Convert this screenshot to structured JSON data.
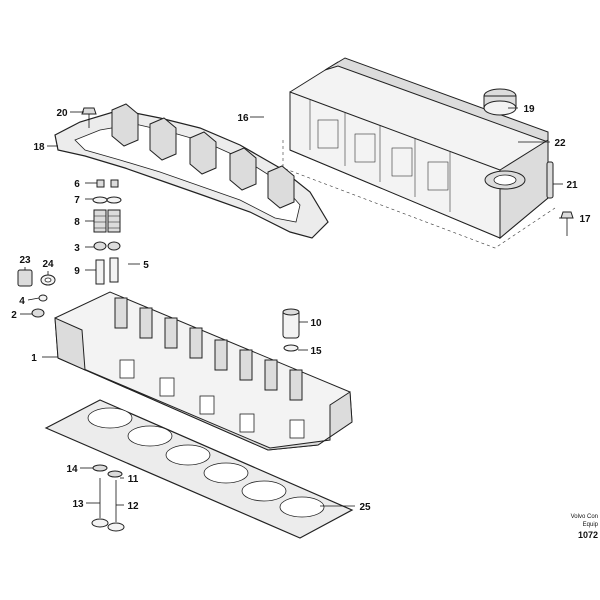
{
  "diagram": {
    "callouts": [
      {
        "id": "c1",
        "text": "1"
      },
      {
        "id": "c2",
        "text": "2"
      },
      {
        "id": "c3",
        "text": "3"
      },
      {
        "id": "c4",
        "text": "4"
      },
      {
        "id": "c5",
        "text": "5"
      },
      {
        "id": "c6",
        "text": "6"
      },
      {
        "id": "c7",
        "text": "7"
      },
      {
        "id": "c8",
        "text": "8"
      },
      {
        "id": "c9",
        "text": "9"
      },
      {
        "id": "c10",
        "text": "10"
      },
      {
        "id": "c11",
        "text": "11"
      },
      {
        "id": "c12",
        "text": "12"
      },
      {
        "id": "c13",
        "text": "13"
      },
      {
        "id": "c14",
        "text": "14"
      },
      {
        "id": "c15",
        "text": "15"
      },
      {
        "id": "c16",
        "text": "16"
      },
      {
        "id": "c17",
        "text": "17"
      },
      {
        "id": "c18",
        "text": "18"
      },
      {
        "id": "c19",
        "text": "19"
      },
      {
        "id": "c20",
        "text": "20"
      },
      {
        "id": "c21",
        "text": "21"
      },
      {
        "id": "c22",
        "text": "22"
      },
      {
        "id": "c23",
        "text": "23"
      },
      {
        "id": "c24",
        "text": "24"
      },
      {
        "id": "c25",
        "text": "25"
      }
    ],
    "corner": {
      "line1": "Volvo Con",
      "line2": "Equip",
      "ref": "1072"
    }
  }
}
